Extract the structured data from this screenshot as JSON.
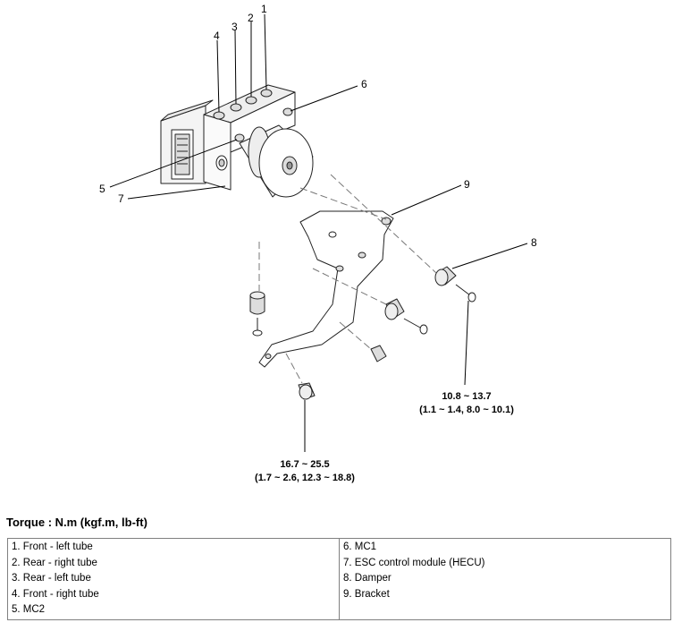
{
  "diagram": {
    "callouts": [
      "1",
      "2",
      "3",
      "4",
      "5",
      "6",
      "7",
      "8",
      "9"
    ],
    "torque_damper": {
      "line1": "10.8 ~ 13.7",
      "line2": "(1.1 ~ 1.4, 8.0 ~ 10.1)"
    },
    "torque_bracket": {
      "line1": "16.7 ~ 25.5",
      "line2": "(1.7 ~ 2.6, 12.3 ~ 18.8)"
    }
  },
  "torque_header": "Torque : N.m (kgf.m, lb-ft)",
  "legend": {
    "left": [
      "1. Front - left tube",
      "2. Rear - right tube",
      "3. Rear - left tube",
      "4. Front - right tube",
      "5. MC2"
    ],
    "right": [
      "6. MC1",
      "7. ESC control module (HECU)",
      "8. Damper",
      "9. Bracket"
    ]
  }
}
